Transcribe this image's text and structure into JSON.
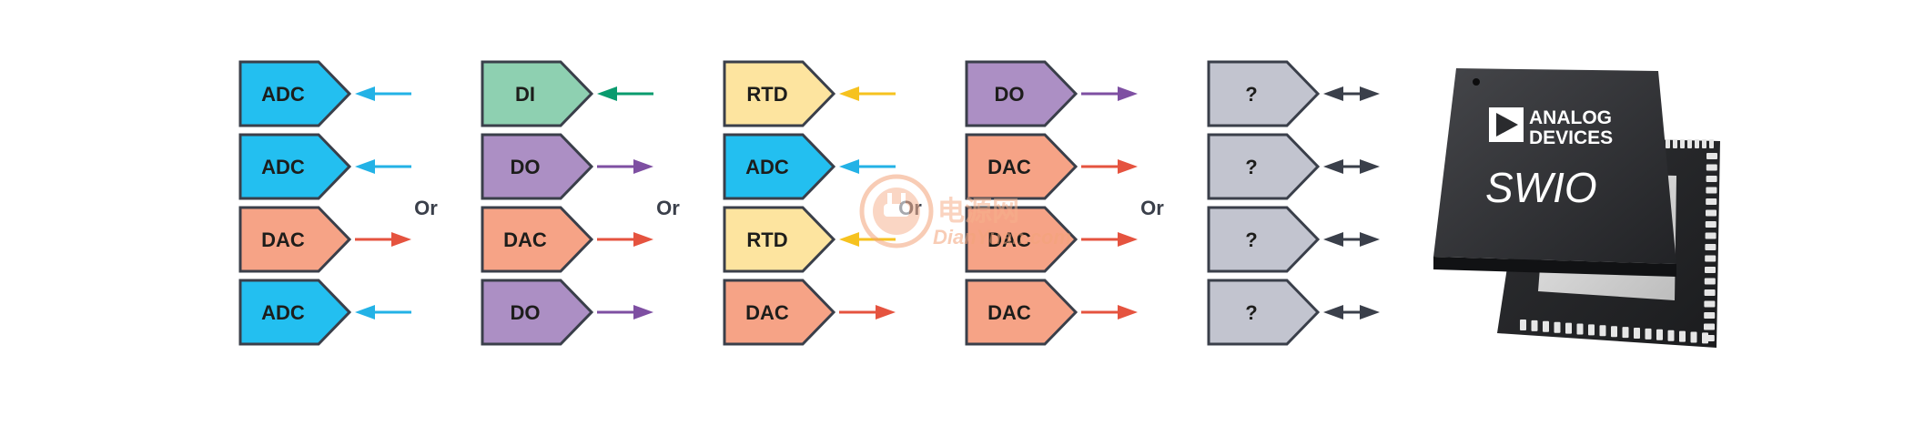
{
  "colors": {
    "ADC": "#23bff0",
    "DAC": "#f6a386",
    "DI": "#8ed0b1",
    "DO": "#ac8fc4",
    "RTD": "#fde49f",
    "?": "#c2c4cf",
    "outline": "#3a3f4a",
    "arrow_ADC": "#23b2e6",
    "arrow_DAC": "#e5533f",
    "arrow_DI": "#0a9b6e",
    "arrow_DO": "#7e4fa2",
    "arrow_RTD": "#f6c21f",
    "arrow_bi": "#3a3f4a",
    "chip": "#2a2b2e"
  },
  "columns": [
    {
      "blocks": [
        {
          "label": "ADC",
          "type": "ADC",
          "direction": "in"
        },
        {
          "label": "ADC",
          "type": "ADC",
          "direction": "in"
        },
        {
          "label": "DAC",
          "type": "DAC",
          "direction": "out"
        },
        {
          "label": "ADC",
          "type": "ADC",
          "direction": "in"
        }
      ]
    },
    {
      "blocks": [
        {
          "label": "DI",
          "type": "DI",
          "direction": "in"
        },
        {
          "label": "DO",
          "type": "DO",
          "direction": "out"
        },
        {
          "label": "DAC",
          "type": "DAC",
          "direction": "out"
        },
        {
          "label": "DO",
          "type": "DO",
          "direction": "out"
        }
      ]
    },
    {
      "blocks": [
        {
          "label": "RTD",
          "type": "RTD",
          "direction": "in"
        },
        {
          "label": "ADC",
          "type": "ADC",
          "direction": "in"
        },
        {
          "label": "RTD",
          "type": "RTD",
          "direction": "in"
        },
        {
          "label": "DAC",
          "type": "DAC",
          "direction": "out"
        }
      ]
    },
    {
      "blocks": [
        {
          "label": "DO",
          "type": "DO",
          "direction": "out"
        },
        {
          "label": "DAC",
          "type": "DAC",
          "direction": "out"
        },
        {
          "label": "DAC",
          "type": "DAC",
          "direction": "out"
        },
        {
          "label": "DAC",
          "type": "DAC",
          "direction": "out"
        }
      ]
    },
    {
      "blocks": [
        {
          "label": "?",
          "type": "?",
          "direction": "bi"
        },
        {
          "label": "?",
          "type": "?",
          "direction": "bi"
        },
        {
          "label": "?",
          "type": "?",
          "direction": "bi"
        },
        {
          "label": "?",
          "type": "?",
          "direction": "bi"
        }
      ]
    }
  ],
  "separators": [
    "Or",
    "Or",
    "Or",
    "Or"
  ],
  "chip": {
    "brand_line1": "ANALOG",
    "brand_line2": "DEVICES",
    "product": "SWIO",
    "logo_icon": "analog-devices-triangle-logo"
  },
  "watermark": {
    "cn_text": "电源网",
    "en_text": "DianYuan.com",
    "icon": "power-plug-icon"
  }
}
